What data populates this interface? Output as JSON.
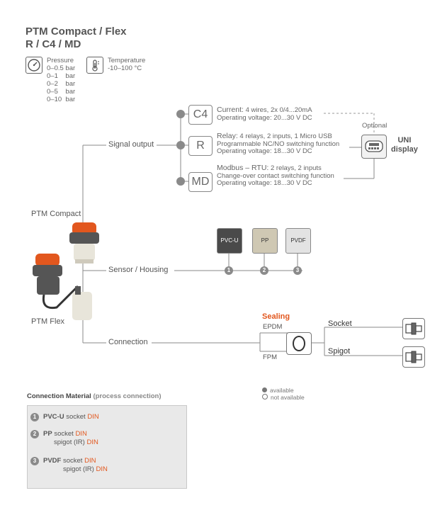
{
  "header": {
    "title_line1": "PTM Compact / Flex",
    "title_line2": "R / C4 / MD"
  },
  "pressure": {
    "label": "Pressure",
    "ranges": [
      "0–0.5 bar",
      "0–1    bar",
      "0–2    bar",
      "0–5    bar",
      "0–10  bar"
    ],
    "icon": "pressure-gauge-icon"
  },
  "temperature": {
    "label": "Temperature",
    "range": "-10–100 °C",
    "icon": "thermometer-icon"
  },
  "signal": {
    "label": "Signal output",
    "options": [
      {
        "code": "C4",
        "name": "Current:",
        "line1": "4 wires, 2x 0/4...20mA",
        "line2": "Operating voltage: 20...30 V DC"
      },
      {
        "code": "R",
        "name": "Relay:",
        "line1": "4 relays, 2 inputs, 1 Micro USB",
        "line2": "Programmable NC/NO switching function",
        "line3": "Operating voltage: 18...30 V DC"
      },
      {
        "code": "MD",
        "name": "Modbus – RTU:",
        "line1": "2 relays, 2 inputs",
        "line2": "Change-over contact switching function",
        "line3": "Operating voltage: 18...30 V DC"
      }
    ],
    "optional_label": "Optional",
    "display_label_1": "UNI",
    "display_label_2": "display"
  },
  "products": {
    "compact_label": "PTM Compact",
    "flex_label": "PTM Flex"
  },
  "sensor": {
    "label": "Sensor / Housing",
    "materials": [
      {
        "name": "PVC-U",
        "num": "1",
        "color": "#4a4a4a",
        "text_color": "#ffffff"
      },
      {
        "name": "PP",
        "num": "2",
        "color": "#cfc8b3",
        "text_color": "#333333"
      },
      {
        "name": "PVDF",
        "num": "3",
        "color": "#e3e3e3",
        "text_color": "#333333"
      }
    ]
  },
  "connection": {
    "label": "Connection",
    "sealing_title": "Sealing",
    "epdm": "EPDM",
    "fpm": "FPM",
    "socket": "Socket",
    "spigot": "Spigot"
  },
  "legend": {
    "available": "available",
    "not_available": "not available"
  },
  "connection_material": {
    "title": "Connection Material",
    "subtitle": "(process connection)",
    "items": [
      {
        "num": "1",
        "name": "PVC-U",
        "rows": [
          {
            "kind": "socket",
            "std": "DIN"
          }
        ]
      },
      {
        "num": "2",
        "name": "PP",
        "rows": [
          {
            "kind": "socket",
            "std": "DIN"
          },
          {
            "kind": "spigot (IR)",
            "std": "DIN"
          }
        ]
      },
      {
        "num": "3",
        "name": "PVDF",
        "rows": [
          {
            "kind": "socket",
            "std": "DIN"
          },
          {
            "kind": "spigot (IR)",
            "std": "DIN"
          }
        ]
      }
    ]
  },
  "colors": {
    "accent": "#e2571e",
    "line": "#8a8a8a",
    "panel": "#e9e9e9"
  }
}
